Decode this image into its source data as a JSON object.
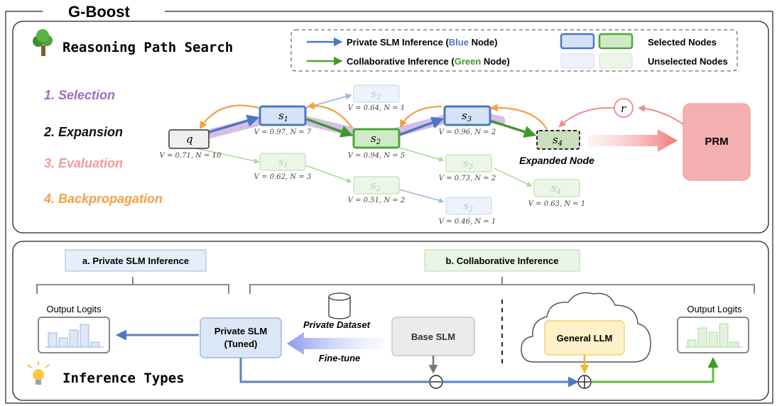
{
  "title": "G-Boost",
  "top": {
    "heading": "Reasoning Path Search",
    "icon": "tree-icon",
    "legend": {
      "private_prefix": "Private SLM Inference (",
      "private_color_word": "Blue",
      "private_suffix": " Node)",
      "collab_prefix": "Collaborative Inference (",
      "collab_color_word": "Green",
      "collab_suffix": " Node)",
      "selected": "Selected Nodes",
      "unselected": "Unselected Nodes"
    },
    "steps": [
      "1. Selection",
      "2. Expansion",
      "3. Evaluation",
      "4. Backpropagation"
    ],
    "nodes": {
      "q": {
        "label": "q",
        "stats": "V = 0.71, N = 10"
      },
      "s1_sel": {
        "label": "s",
        "sub": "1",
        "stats": "V = 0.97, N = 7"
      },
      "s2_top": {
        "label": "s",
        "sub": "2",
        "stats": "V = 0.64, N = 1"
      },
      "s1_low": {
        "label": "s",
        "sub": "1",
        "stats": "V = 0.62, N = 3"
      },
      "s2_sel": {
        "label": "s",
        "sub": "2",
        "stats": "V = 0.94, N = 5"
      },
      "s2_low": {
        "label": "s",
        "sub": "2",
        "stats": "V = 0.51, N = 2"
      },
      "s3_sel": {
        "label": "s",
        "sub": "3",
        "stats": "V = 0.96, N = 2"
      },
      "s3_mid": {
        "label": "s",
        "sub": "3",
        "stats": "V = 0.73, N = 2"
      },
      "s3_low": {
        "label": "s",
        "sub": "3",
        "stats": "V = 0.46, N = 1"
      },
      "s4_exp": {
        "label": "s",
        "sub": "4"
      },
      "s4_low": {
        "label": "s",
        "sub": "4",
        "stats": "V = 0.63, N = 1"
      }
    },
    "expanded_label": "Expanded Node",
    "reward": "r",
    "prm": "PRM",
    "colors": {
      "blue": "#4a78c2",
      "green": "#4aa832",
      "orange": "#f5a043",
      "pink": "#f08a88",
      "purple": "#9b6cc4"
    }
  },
  "bottom": {
    "heading": "Inference Types",
    "icon": "lightbulb-icon",
    "private_header": "a. Private SLM Inference",
    "collab_header": "b. Collaborative Inference",
    "output_logits_left": "Output Logits",
    "output_logits_right": "Output Logits",
    "private_slm": [
      "Private SLM",
      "(Tuned)"
    ],
    "private_dataset": "Private Dataset",
    "fine_tune": "Fine-tune",
    "base_slm": "Base SLM",
    "general_llm": "General LLM"
  }
}
